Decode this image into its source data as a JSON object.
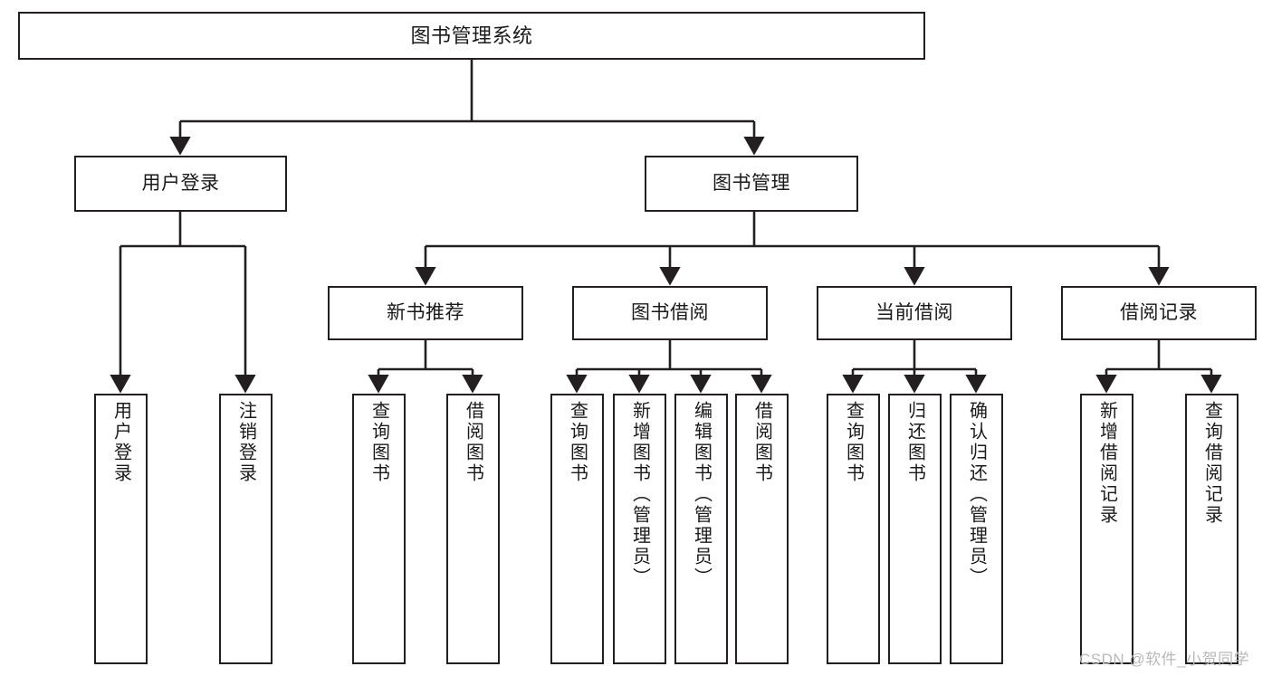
{
  "diagram": {
    "title": "图书管理系统",
    "type": "hierarchy-tree",
    "levels": 4,
    "colors": {
      "box_border": "#231f20",
      "box_fill": "#ffffff",
      "edge": "#231f20",
      "text": "#1a1a1a",
      "watermark": "#b9b9b9",
      "background": "#ffffff"
    }
  },
  "root": {
    "label": "图书管理系统"
  },
  "level2": [
    {
      "label": "用户登录"
    },
    {
      "label": "图书管理"
    }
  ],
  "level3": [
    {
      "label": "新书推荐"
    },
    {
      "label": "图书借阅"
    },
    {
      "label": "当前借阅"
    },
    {
      "label": "借阅记录"
    }
  ],
  "leaves": {
    "user_login": [
      {
        "label": "用户登录"
      },
      {
        "label": "注销登录"
      }
    ],
    "new_book_recommend": [
      {
        "label": "查询图书"
      },
      {
        "label": "借阅图书"
      }
    ],
    "book_borrow": [
      {
        "label": "查询图书"
      },
      {
        "label": "新增图书（管理员）"
      },
      {
        "label": "编辑图书（管理员）"
      },
      {
        "label": "借阅图书"
      }
    ],
    "current_borrow": [
      {
        "label": "查询图书"
      },
      {
        "label": "归还图书"
      },
      {
        "label": "确认归还（管理员）"
      }
    ],
    "borrow_record": [
      {
        "label": "新增借阅记录"
      },
      {
        "label": "查询借阅记录"
      }
    ]
  },
  "watermark": {
    "text": "CSDN @软件_小贺同学"
  }
}
